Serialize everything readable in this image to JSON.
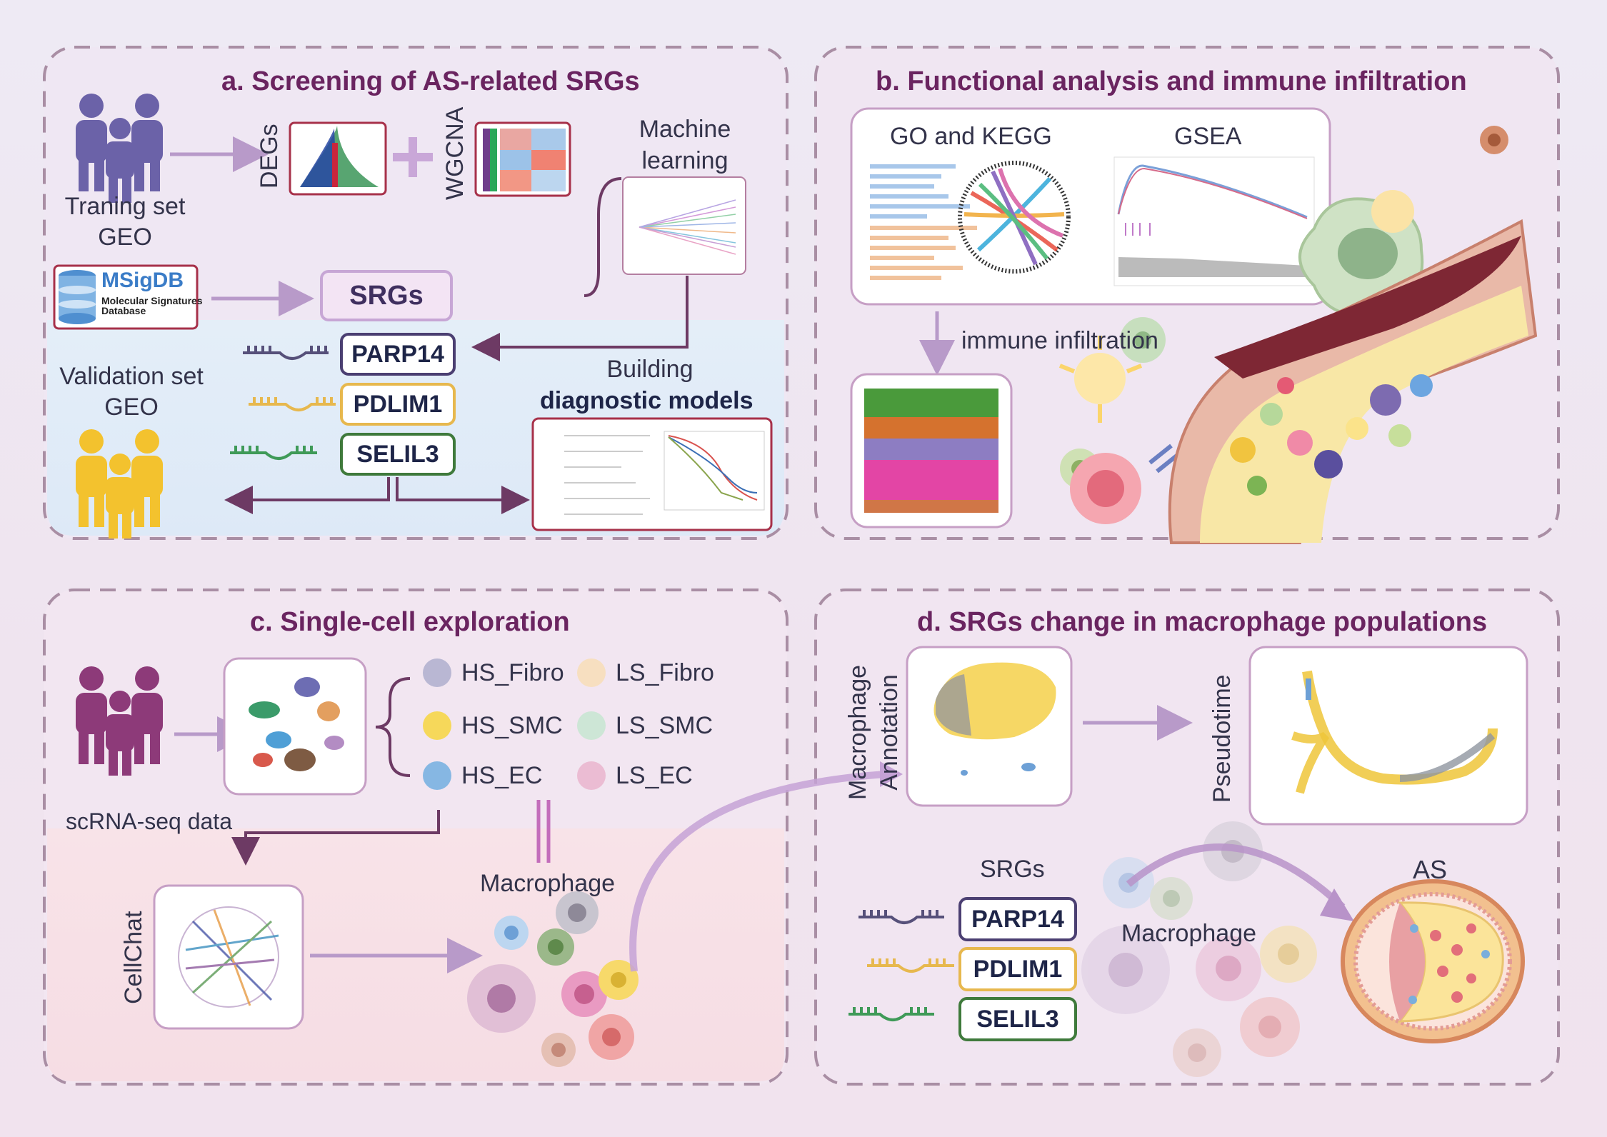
{
  "panels": {
    "a": {
      "title": "a. Screening of AS-related SRGs",
      "training_set": "Traning set\nGEO",
      "degs": "DEGs",
      "wgcna": "WGCNA",
      "machine_learning": "Machine\nlearning",
      "msigdb_name": "MSigDB",
      "msigdb_sub": "Molecular Signatures\nDatabase",
      "srgs": "SRGs",
      "validation_set": "Validation set\nGEO",
      "building": "Building",
      "diagnostic_models": "diagnostic models",
      "genes": [
        "PARP14",
        "PDLIM1",
        "SELIL3"
      ]
    },
    "b": {
      "title": "b. Functional analysis and immune infiltration",
      "go_kegg": "GO and KEGG",
      "gsea": "GSEA",
      "immune_infiltration": "immune infiltration"
    },
    "c": {
      "title": "c. Single-cell exploration",
      "scrna": "scRNA-seq data",
      "cellchat": "CellChat",
      "macrophage": "Macrophage",
      "legend": [
        {
          "label": "HS_Fibro",
          "color": "#b9b7d3"
        },
        {
          "label": "LS_Fibro",
          "color": "#f7dfc0"
        },
        {
          "label": "HS_SMC",
          "color": "#f6d85a"
        },
        {
          "label": "LS_SMC",
          "color": "#cde6d6"
        },
        {
          "label": "HS_EC",
          "color": "#86b7e3"
        },
        {
          "label": "LS_EC",
          "color": "#ebbcd3"
        }
      ]
    },
    "d": {
      "title": "d. SRGs change in macrophage populations",
      "annotation": "Macrophage\nAnnotation",
      "pseudotime": "Pseudotime",
      "srgs": "SRGs",
      "macrophage": "Macrophage",
      "as": "AS",
      "genes": [
        "PARP14",
        "PDLIM1",
        "SELIL3"
      ]
    }
  },
  "colors": {
    "title": "#6a2460",
    "parp14": "#4b3f72",
    "pdlim1": "#e7b84e",
    "selil3": "#3f7a3c",
    "arrow": "#b89ac9"
  }
}
